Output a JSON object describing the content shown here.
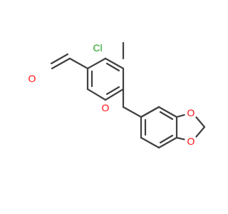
{
  "molecule": {
    "atoms": {
      "aldehyde_oxygen": {
        "symbol": "O",
        "color": "#ff0d0d"
      },
      "chlorine": {
        "symbol": "Cl",
        "color": "#1fa01f"
      },
      "ether_oxygen": {
        "symbol": "O",
        "color": "#ff0d0d"
      },
      "dioxole_oxygen_top": {
        "symbol": "O",
        "color": "#ff0d0d"
      },
      "dioxole_oxygen_bottom": {
        "symbol": "O",
        "color": "#ff0d0d"
      }
    },
    "bond_color": "#404040"
  }
}
